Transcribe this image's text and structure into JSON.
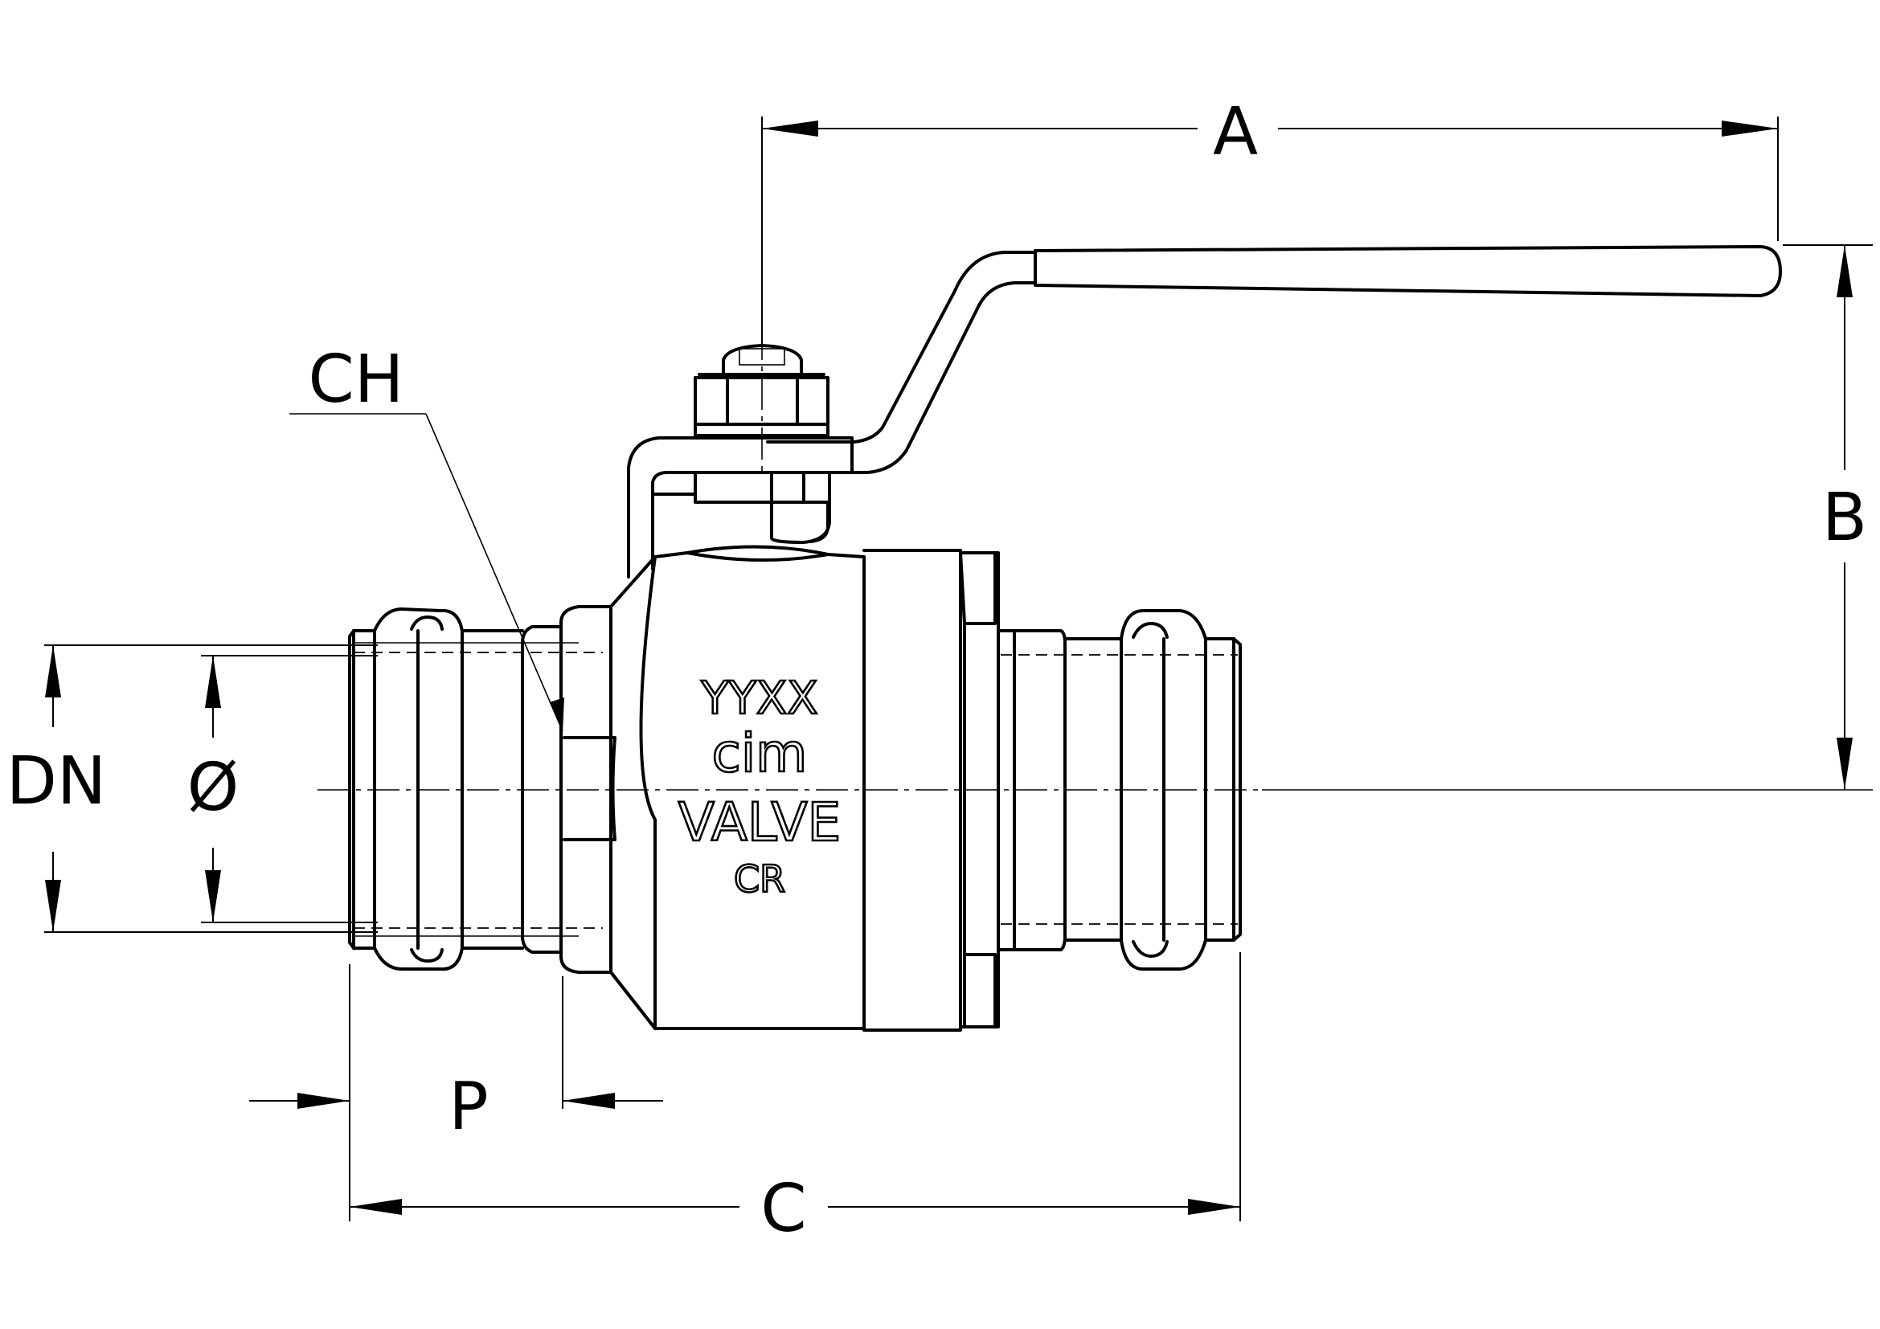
{
  "dimensions": {
    "a": "A",
    "b": "B",
    "c": "C",
    "ch": "CH",
    "dn": "DN",
    "diameter": "Ø",
    "p": "P"
  },
  "body_marking": {
    "line1": "YYXX",
    "line2": "cim",
    "line3": "VALVE",
    "line4": "CR"
  }
}
